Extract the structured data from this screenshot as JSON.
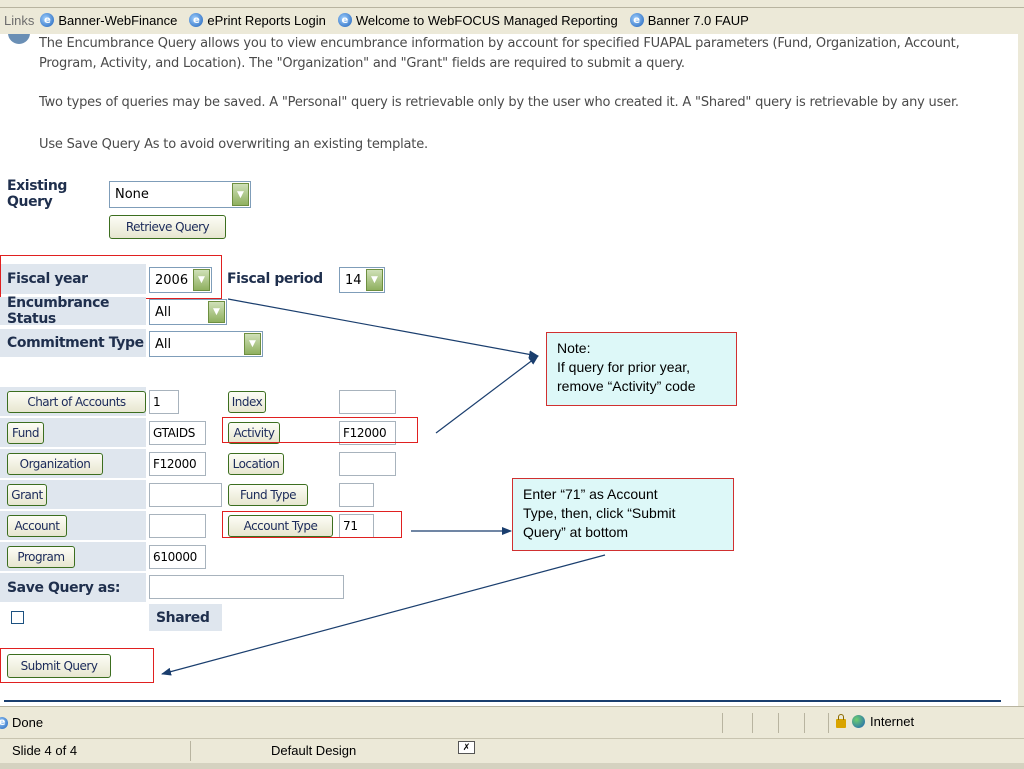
{
  "links_bar": {
    "label": "Links",
    "items": [
      {
        "label": "Banner-WebFinance"
      },
      {
        "label": "ePrint Reports Login"
      },
      {
        "label": "Welcome to WebFOCUS Managed Reporting"
      },
      {
        "label": "Banner 7.0 FAUP"
      }
    ]
  },
  "description": {
    "para1": "The Encumbrance Query allows you to view encumbrance information by account for specified FUAPAL parameters (Fund, Organization, Account, Program, Activity, and Location). The \"Organization\" and \"Grant\" fields are required to submit a query.",
    "para2": "Two types of queries may be saved. A \"Personal\" query is retrievable only by the user who created it. A \"Shared\" query is retrievable by any user.",
    "para3": "Use Save Query As to avoid overwriting an existing template."
  },
  "existing_query": {
    "label": "Existing Query",
    "value": "None",
    "retrieve_label": "Retrieve Query"
  },
  "fiscal_year": {
    "label": "Fiscal year",
    "value": "2006"
  },
  "fiscal_period": {
    "label": "Fiscal period",
    "value": "14"
  },
  "encumbrance_status": {
    "label": "Encumbrance Status",
    "value": "All"
  },
  "commitment_type": {
    "label": "Commitment Type",
    "value": "All"
  },
  "fields": {
    "chart_of_accounts": {
      "label": "Chart of Accounts",
      "value": "1"
    },
    "index": {
      "label": "Index",
      "value": ""
    },
    "fund": {
      "label": "Fund",
      "value": "GTAIDS"
    },
    "activity": {
      "label": "Activity",
      "value": "F12000"
    },
    "organization": {
      "label": "Organization",
      "value": "F12000"
    },
    "location": {
      "label": "Location",
      "value": ""
    },
    "grant": {
      "label": "Grant",
      "value": ""
    },
    "fund_type": {
      "label": "Fund Type",
      "value": ""
    },
    "account": {
      "label": "Account",
      "value": ""
    },
    "account_type": {
      "label": "Account Type",
      "value": "71"
    },
    "program": {
      "label": "Program",
      "value": "610000"
    }
  },
  "save_query": {
    "label": "Save Query as:",
    "value": ""
  },
  "shared": {
    "label": "Shared"
  },
  "submit_label": "Submit Query",
  "callouts": {
    "note_line1": "Note:",
    "note_line2": "If query for prior year,",
    "note_line3": "remove “Activity” code",
    "enter_line1": "Enter “71” as Account",
    "enter_line2": "Type, then, click “Submit",
    "enter_line3": "Query” at bottom"
  },
  "status": {
    "text": "Done",
    "zone": "Internet"
  },
  "ppt": {
    "slide": "Slide 4 of 4",
    "design": "Default Design"
  },
  "colors": {
    "label_bg": "#dfe6ee",
    "label_text": "#1f2f4d",
    "callout_bg": "#ddf8f8",
    "callout_border": "#d03030",
    "arrow": "#1a3e6e"
  }
}
